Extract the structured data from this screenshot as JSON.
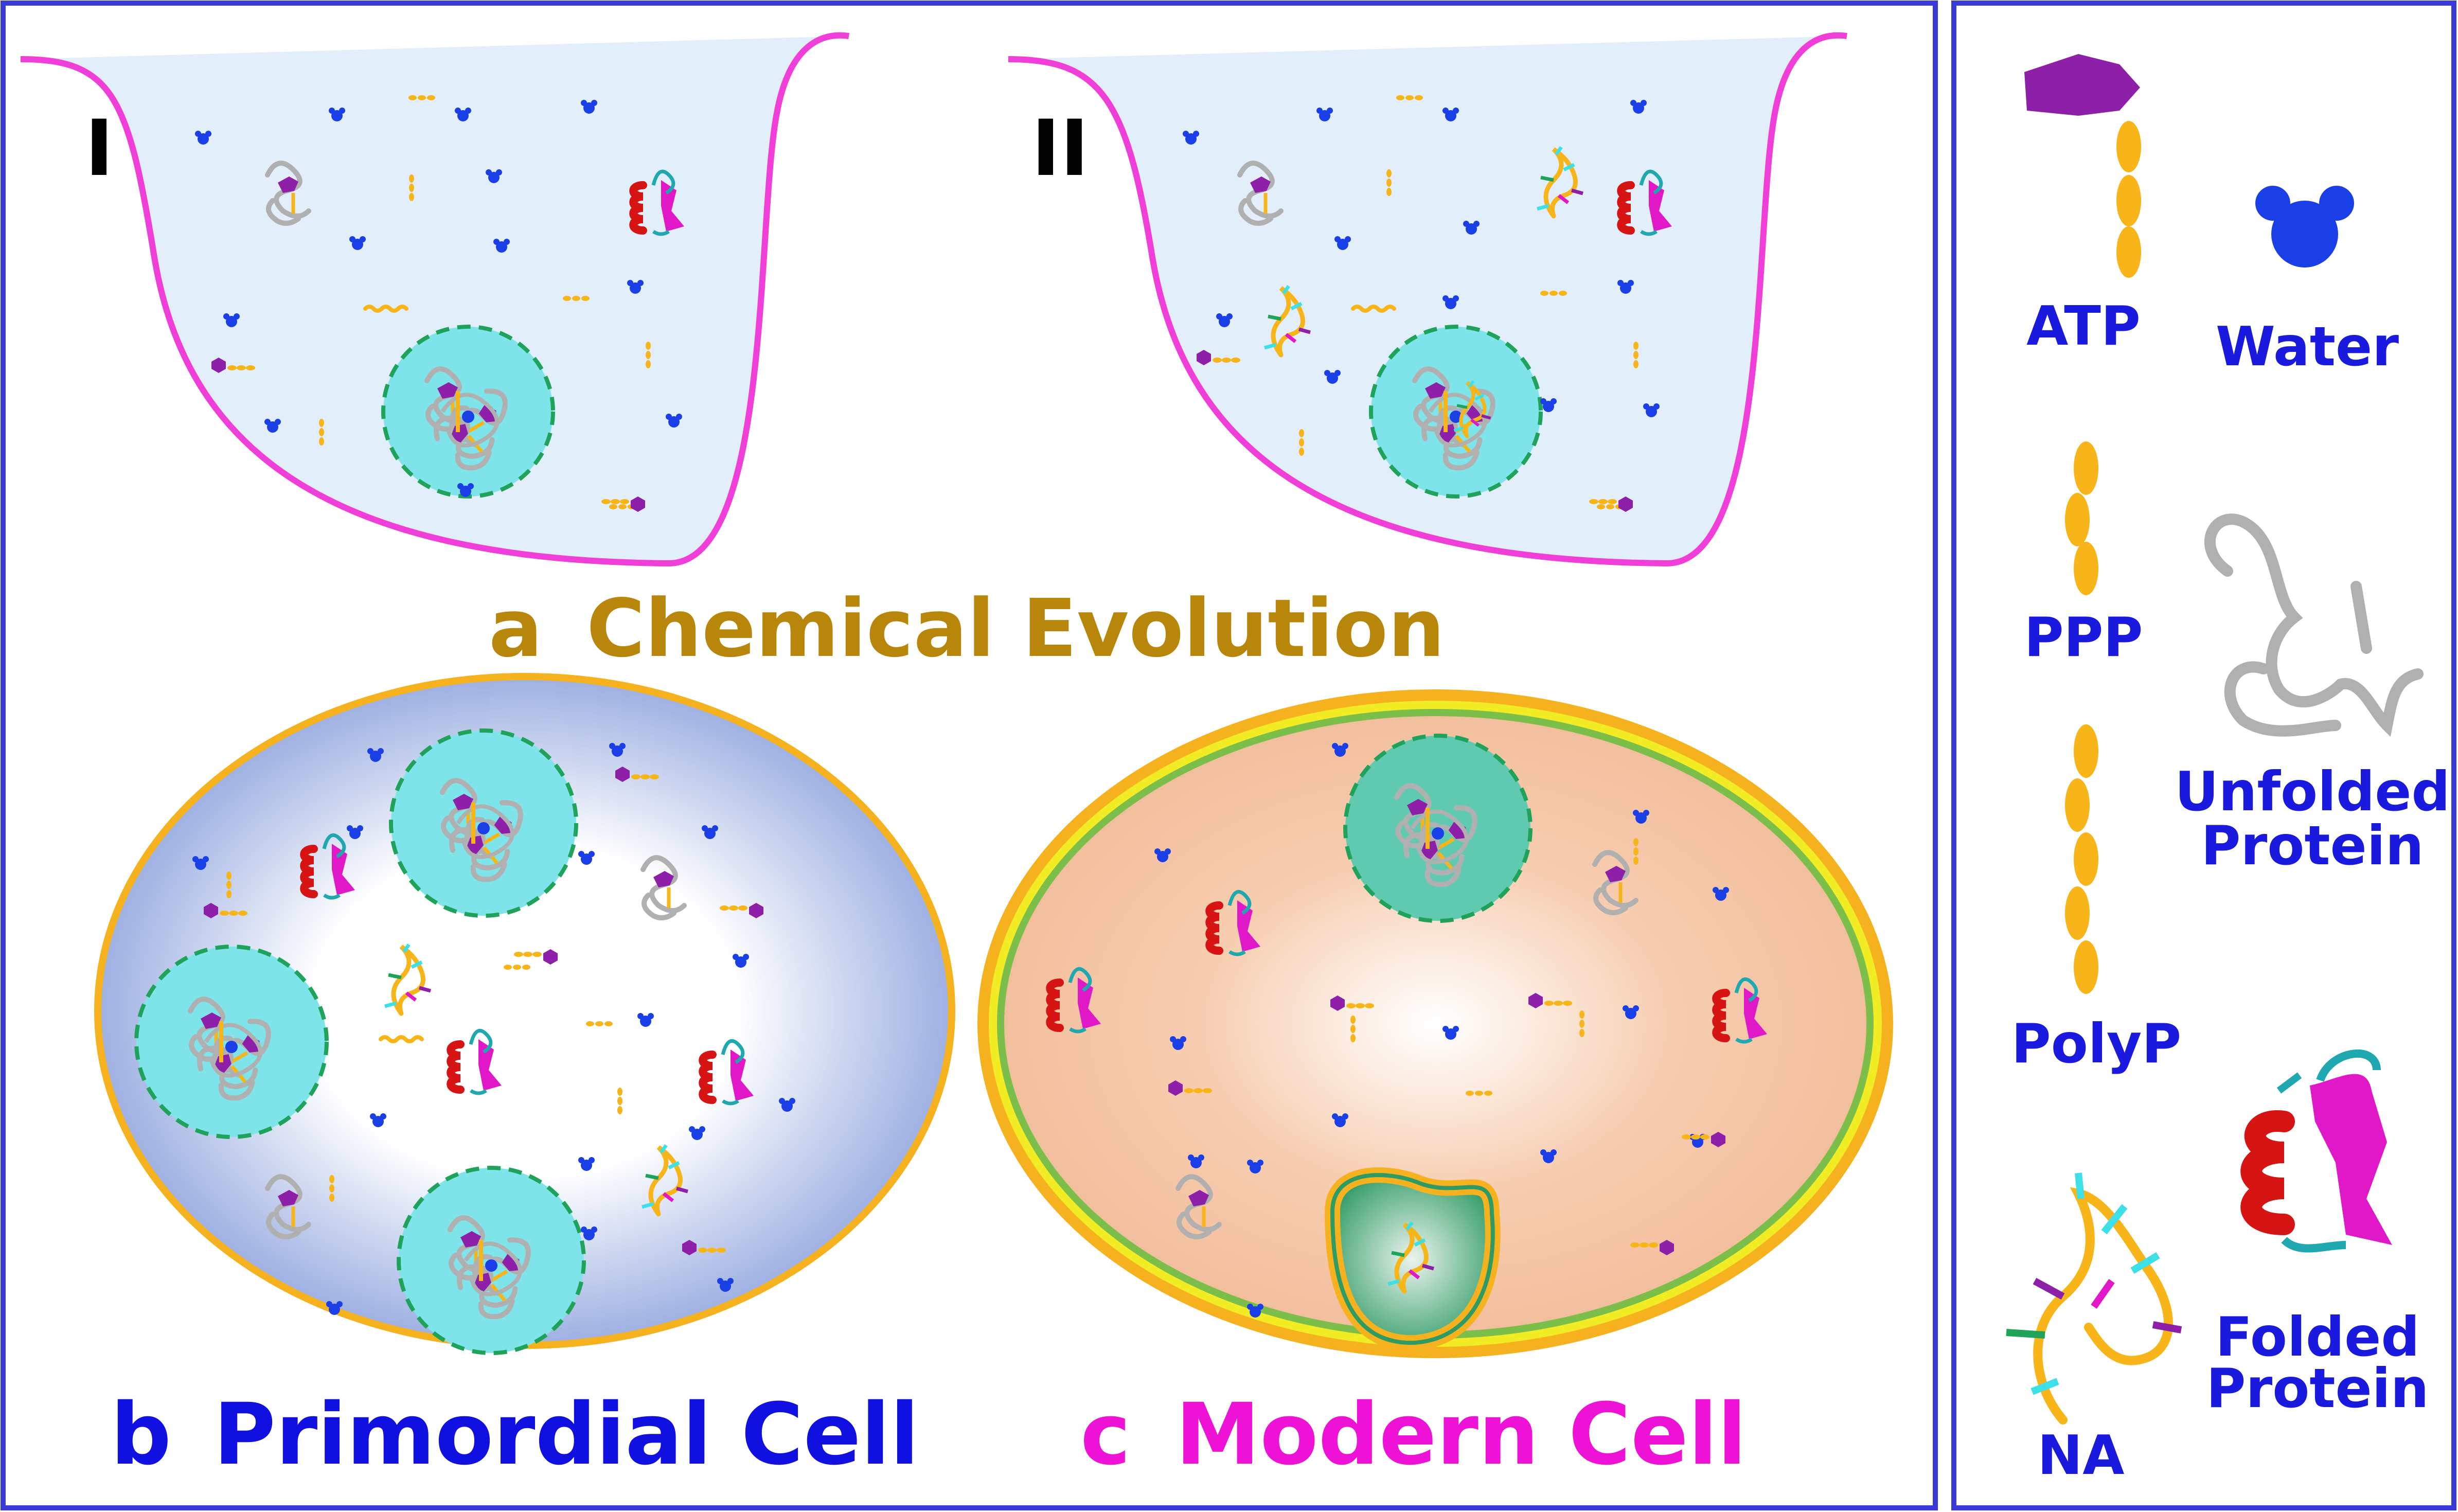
{
  "panels": {
    "roman_1": "I",
    "roman_2": "II",
    "a_letter": "a",
    "a_title": "Chemical Evolution",
    "b_letter": "b",
    "b_title": "Primordial Cell",
    "c_letter": "c",
    "c_title": "Modern Cell"
  },
  "legend": {
    "atp": "ATP",
    "water": "Water",
    "ppp": "PPP",
    "unfolded_line1": "Unfolded",
    "unfolded_line2": "Protein",
    "polyp": "PolyP",
    "na": "NA",
    "folded_line1": "Folded",
    "folded_line2": "Protein"
  },
  "colors": {
    "frame": "#3a3ad6",
    "pool_outline": "#ef3fd8",
    "pool_fill": "#e2eef9",
    "droplet": "#7fe3ea",
    "droplet_border": "#1fa35a",
    "atp_head": "#8e1fa8",
    "phosphate": "#f7b519",
    "water": "#1a3fe6",
    "unfolded": "#b8b8b8",
    "helix": "#d71414",
    "sheet": "#e018c8",
    "loop": "#1fa8b0",
    "label_a": "#b8860b",
    "label_b": "#1010e0",
    "label_c": "#ee12d6",
    "legend_text": "#1a1adf",
    "cell_membrane": "#f5b21e",
    "modern_cytoplasm": "#f4c4a4",
    "modern_inner": "#f2ec24",
    "nucleus": "#2e9a64"
  }
}
